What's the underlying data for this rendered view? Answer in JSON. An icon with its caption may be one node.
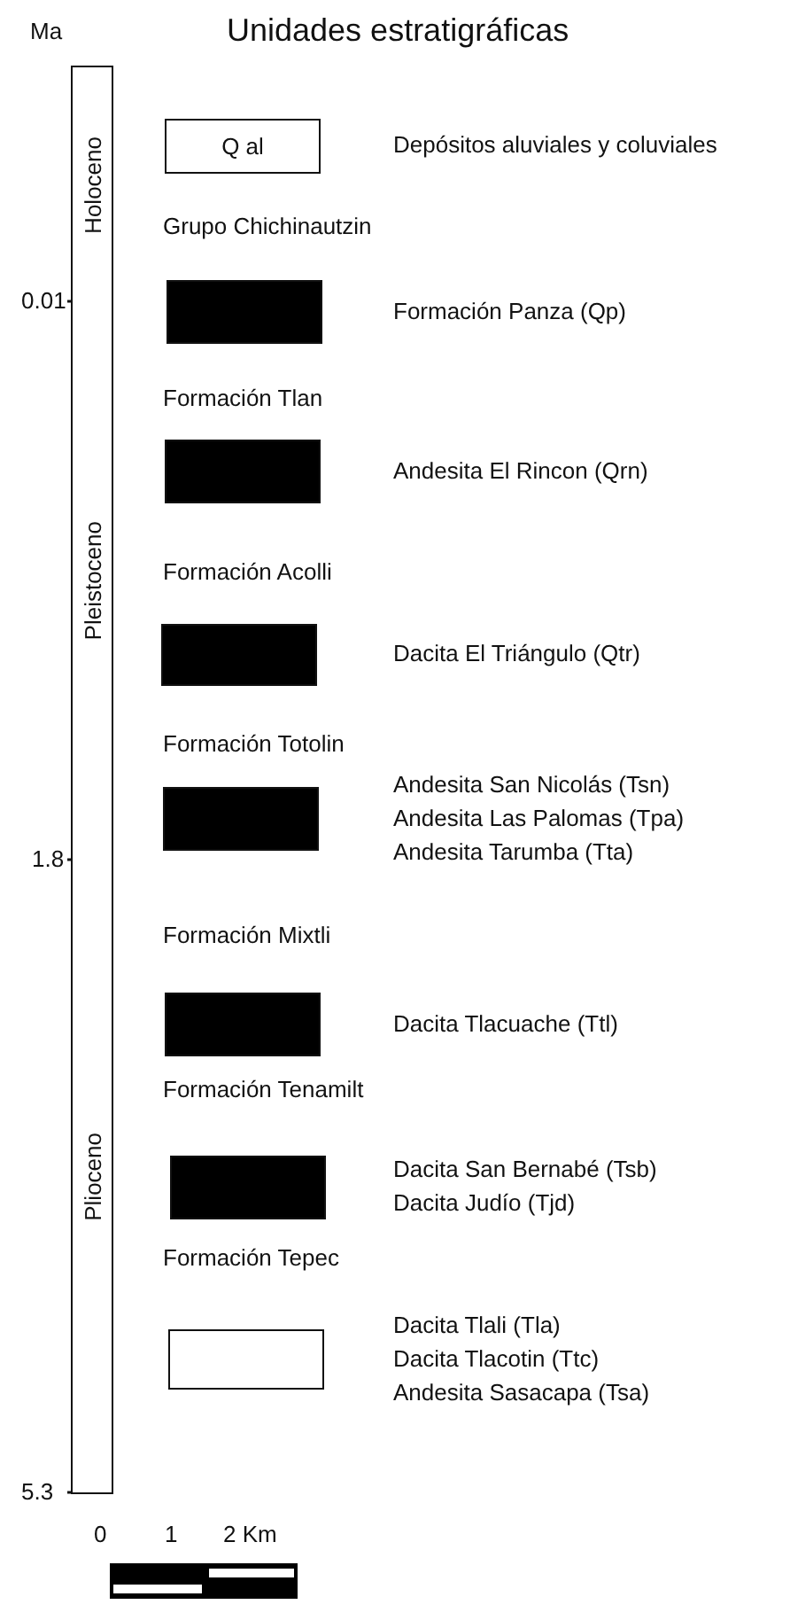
{
  "diagram": {
    "title": "Unidades estratigráficas",
    "nodes": [
      {
        "text": [
          "Holoceno"
        ]
      },
      {
        "text": [
          "Pleistoceno"
        ]
      },
      {
        "text": [
          "Plioceno"
        ]
      },
      {
        "text": [
          "Q al"
        ],
        "beside": [
          "Depósitos aluviales y coluviales"
        ]
      },
      {
        "text": [],
        "shape": "box",
        "beside": [
          "Formación Panza (Qp)"
        ]
      },
      {
        "text": [],
        "shape": "box",
        "beside": [
          "Andesita El Rincon (Qrn)"
        ]
      },
      {
        "text": [],
        "shape": "box",
        "beside": [
          "Dacita El Triángulo (Qtr)"
        ]
      },
      {
        "text": [],
        "shape": "box",
        "beside": [
          "Andesita San Nicolás (Tsn)",
          "Andesita Las Palomas (Tpa)",
          "Andesita Tarumba (Tta)"
        ]
      },
      {
        "text": [],
        "shape": "box",
        "beside": [
          "Dacita Tlacuache (Ttl)"
        ]
      },
      {
        "text": [],
        "shape": "box",
        "beside": [
          "Dacita San Bernabé (Tsb)",
          "Dacita Judío (Tjd)"
        ]
      },
      {
        "text": [],
        "shape": "box",
        "beside": [
          "Dacita Tlali (Tla)",
          "Dacita Tlacotin (Ttc)",
          "Andesita Sasacapa (Tsa)"
        ]
      }
    ],
    "edges": [],
    "labels": [
      "Ma",
      "Grupo Chichinautzin",
      "0.01",
      "Formación Tlan",
      "Formación Acolli",
      "Formación Totolin",
      "1.8",
      "Formación Mixtli",
      "Formación Tenamilt",
      "Formación Tepec",
      "5.3",
      "0",
      "1",
      "2 Km"
    ]
  }
}
